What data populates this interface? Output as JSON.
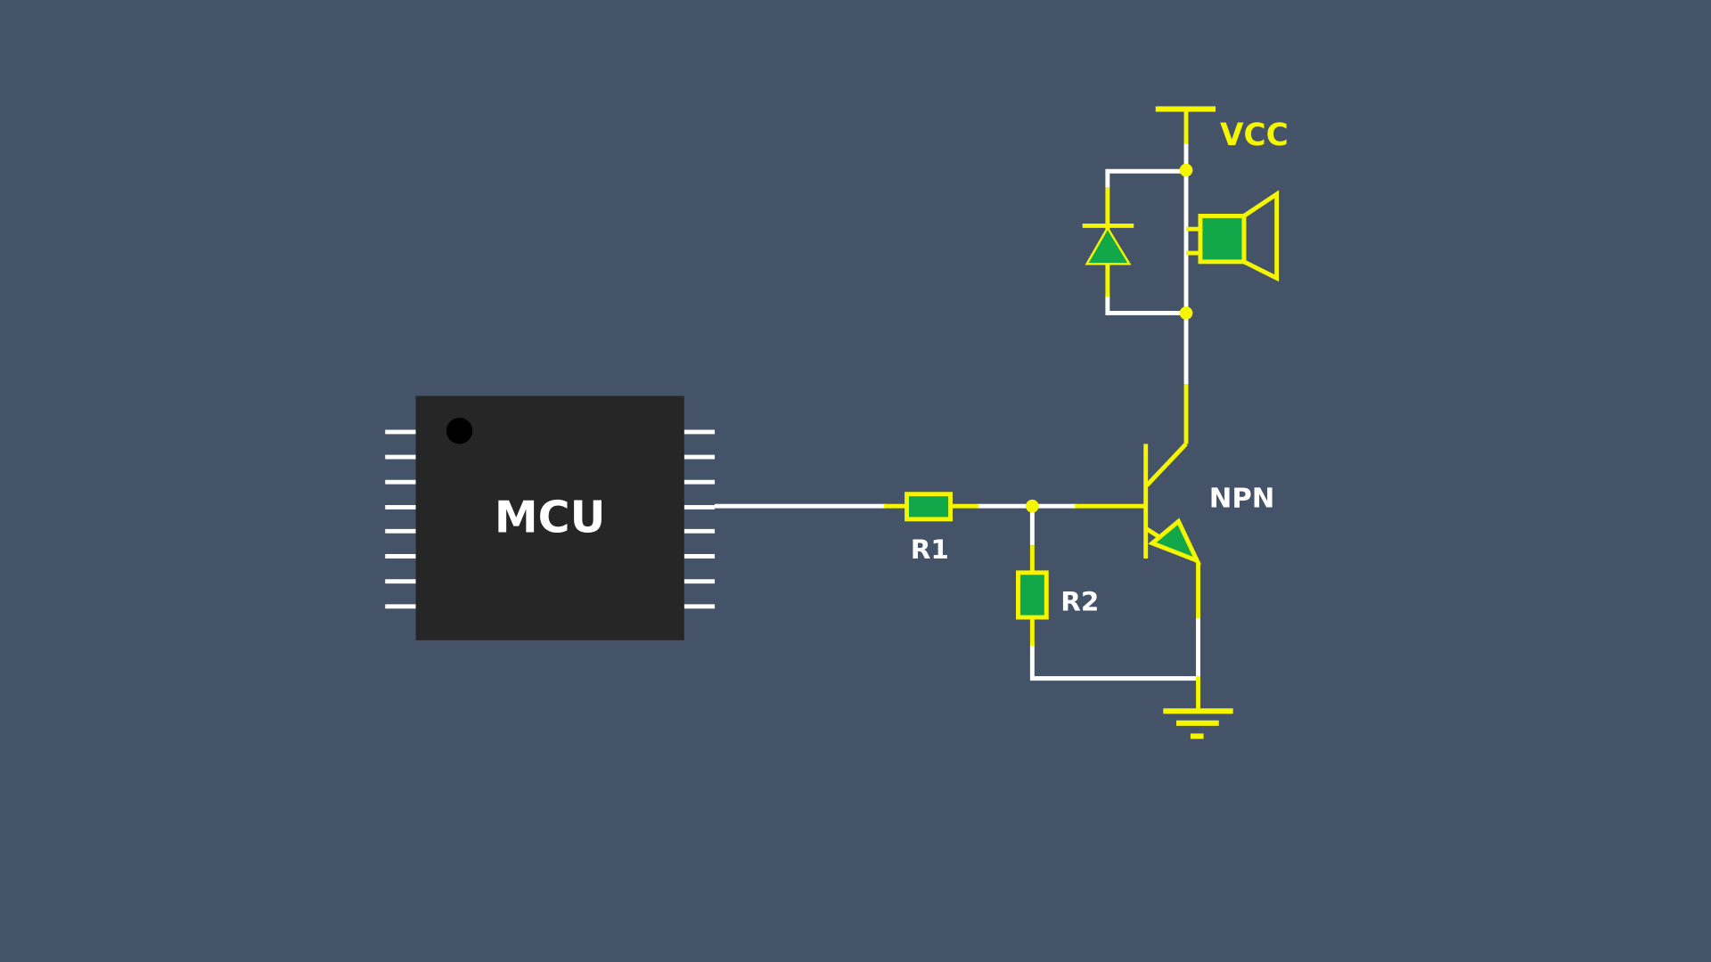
{
  "diagram": {
    "mcu_label": "MCU",
    "r1_label": "R1",
    "r2_label": "R2",
    "transistor_label": "NPN",
    "vcc_label": "VCC"
  },
  "colors": {
    "background": "#455368",
    "wire_active": "#f5f500",
    "wire": "#ffffff",
    "component_fill": "#12a84a",
    "chip_body": "#262626"
  }
}
